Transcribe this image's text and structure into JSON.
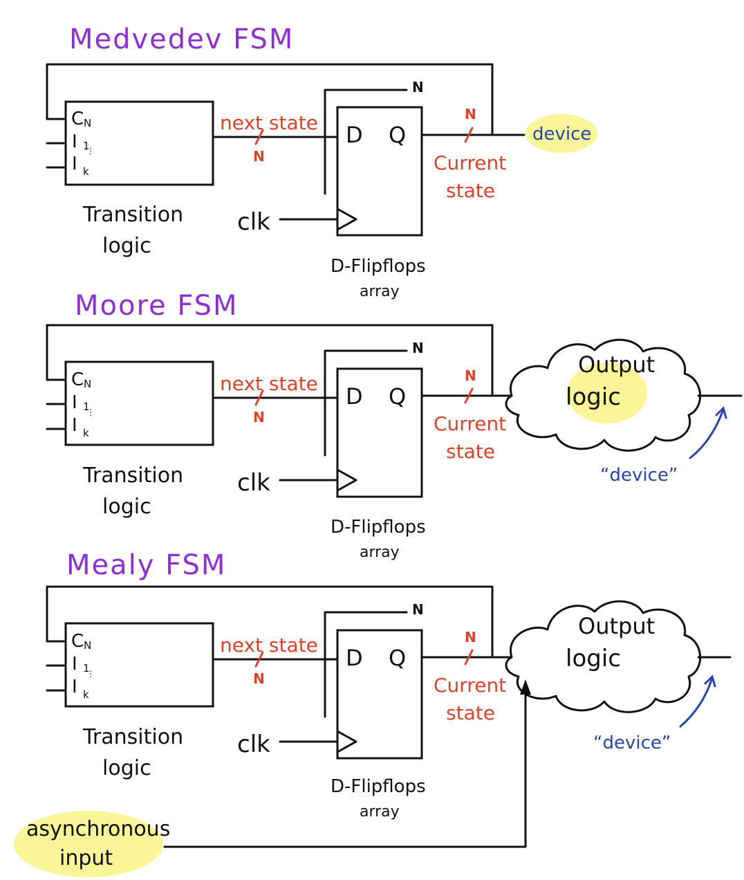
{
  "sections": [
    {
      "title": "Medvedev FSM",
      "inputs": [
        "C",
        "N",
        "I",
        "1",
        "I",
        "k"
      ],
      "transition_label": [
        "Transition",
        "logic"
      ],
      "next_state": "next state",
      "bus_n": "N",
      "clk": "clk",
      "ff_d": "D",
      "ff_q": "Q",
      "ff_label": [
        "D-Flipflops",
        "array"
      ],
      "current_state": [
        "Current",
        "state"
      ],
      "output": "device"
    },
    {
      "title": "Moore FSM",
      "inputs": [
        "C",
        "N",
        "I",
        "1",
        "I",
        "k"
      ],
      "transition_label": [
        "Transition",
        "logic"
      ],
      "next_state": "next state",
      "bus_n": "N",
      "clk": "clk",
      "ff_d": "D",
      "ff_q": "Q",
      "ff_label": [
        "D-Flipflops",
        "array"
      ],
      "current_state": [
        "Current",
        "state"
      ],
      "output_logic": [
        "Output",
        "logic"
      ],
      "output": "“device”"
    },
    {
      "title": "Mealy FSM",
      "inputs": [
        "C",
        "N",
        "I",
        "1",
        "I",
        "k"
      ],
      "transition_label": [
        "Transition",
        "logic"
      ],
      "next_state": "next state",
      "bus_n": "N",
      "clk": "clk",
      "ff_d": "D",
      "ff_q": "Q",
      "ff_label": [
        "D-Flipflops",
        "array"
      ],
      "current_state": [
        "Current",
        "state"
      ],
      "output_logic": [
        "Output",
        "logic"
      ],
      "output": "“device”",
      "async_input": [
        "asynchronous",
        "input"
      ]
    }
  ],
  "colors": {
    "title": "#8e2fd1",
    "annotation": "#d8452b",
    "output_label": "#2646a8",
    "highlight": "#fbf59a",
    "line": "#111111"
  }
}
